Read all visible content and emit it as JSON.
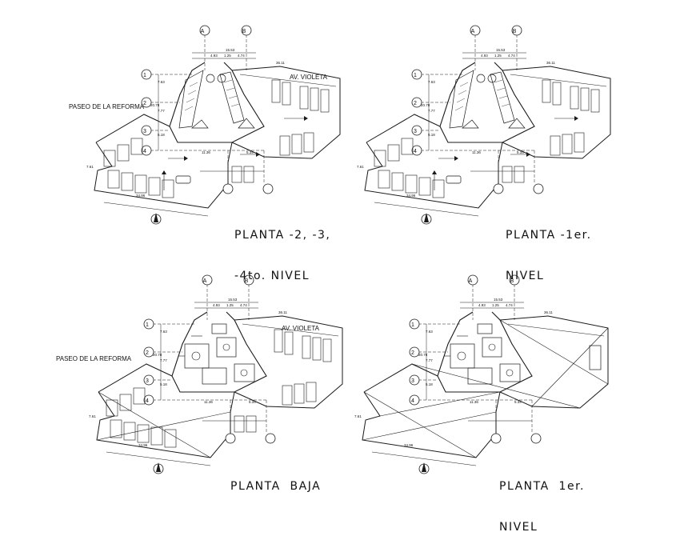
{
  "plans": [
    {
      "title_line1": "PLANTA -2, -3,",
      "title_line2": "-4to. NIVEL",
      "streets": {
        "west": "PASEO DE LA REFORMA",
        "east": "AV. VIOLETA"
      },
      "grid_letters": [
        "A",
        "B"
      ],
      "grid_numbers": [
        "1",
        "2",
        "3",
        "4"
      ],
      "dims": {
        "top": "15.53",
        "top_a": "4.93",
        "top_b": "1.25",
        "top_c": "4.74",
        "left_a": "7.63",
        "left_b": "20.78",
        "left_c": "7.77",
        "left_d": "5.18",
        "mid_a": "11.36",
        "mid_b": "5.34",
        "diag": "36.11",
        "base": "34.96",
        "side": "7.61"
      }
    },
    {
      "title_line1": "PLANTA -1er.",
      "title_line2": "NIVEL",
      "streets": {
        "west": "",
        "east": ""
      },
      "grid_letters": [
        "A",
        "B"
      ],
      "grid_numbers": [
        "1",
        "2",
        "3",
        "4"
      ],
      "dims": {
        "top": "15.53",
        "top_a": "4.93",
        "top_b": "1.25",
        "top_c": "4.74",
        "left_a": "7.63",
        "left_b": "20.78",
        "left_c": "7.77",
        "left_d": "5.18",
        "mid_a": "11.36",
        "mid_b": "5.34",
        "diag": "36.11",
        "base": "34.96",
        "side": "7.61"
      }
    },
    {
      "title_line1": "PLANTA  BAJA",
      "title_line2": "",
      "streets": {
        "west": "PASEO DE LA REFORMA",
        "east": "AV. VIOLETA"
      },
      "grid_letters": [
        "A",
        "B"
      ],
      "grid_numbers": [
        "1",
        "2",
        "3",
        "4"
      ],
      "dims": {
        "top": "15.53",
        "top_a": "4.93",
        "top_b": "1.25",
        "top_c": "4.74",
        "left_a": "7.63",
        "left_b": "20.78",
        "left_c": "7.77",
        "left_d": "5.18",
        "mid_a": "11.36",
        "mid_b": "5.34",
        "diag": "36.11",
        "base": "34.96",
        "side": "7.61"
      }
    },
    {
      "title_line1": "PLANTA  1er.",
      "title_line2": "NIVEL",
      "streets": {
        "west": "",
        "east": ""
      },
      "grid_letters": [
        "A",
        "B"
      ],
      "grid_numbers": [
        "1",
        "2",
        "3",
        "4"
      ],
      "dims": {
        "top": "15.53",
        "top_a": "4.93",
        "top_b": "1.25",
        "top_c": "4.74",
        "left_a": "7.63",
        "left_b": "20.78",
        "left_c": "7.77",
        "left_d": "5.18",
        "mid_a": "11.36",
        "mid_b": "5.34",
        "diag": "36.11",
        "base": "34.96",
        "side": "7.61"
      }
    }
  ],
  "colors": {
    "line": "#1a1a1a",
    "paper": "#ffffff"
  }
}
